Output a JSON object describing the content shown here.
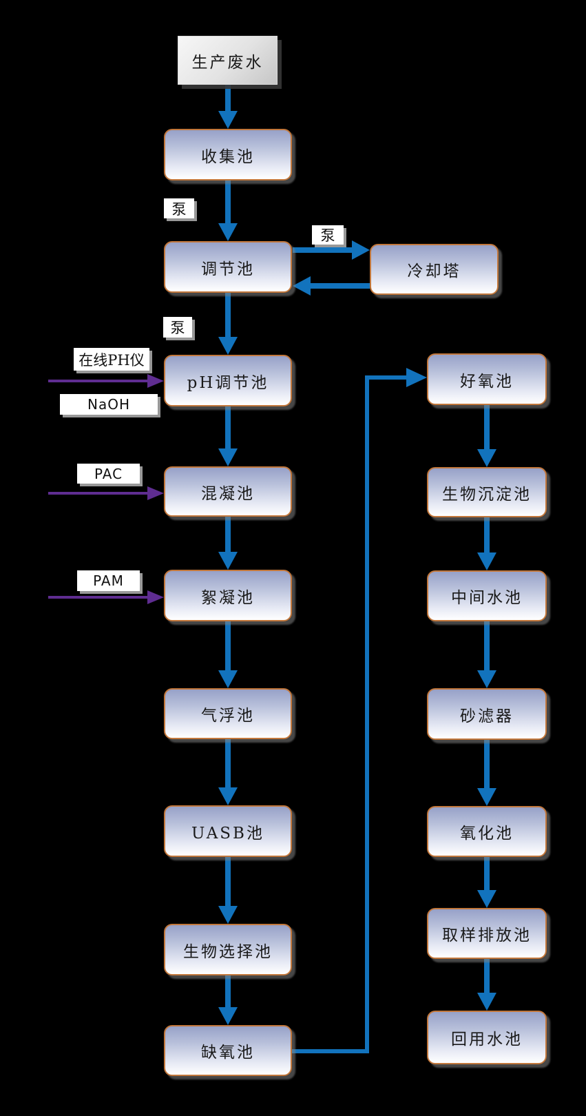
{
  "flow": {
    "background_color": "#000000",
    "colors": {
      "arrow_blue": "#1273BD",
      "chemical_purple": "#5F2D91",
      "node_border": "#C2773B",
      "node_gradient_top": "#99A2C8",
      "node_gradient_bottom": "#FFFFFF",
      "source_gray": "#D9D9D9",
      "label_background": "#FFFFFF",
      "text": "#1A1A1A"
    },
    "source_node": {
      "label": "生产废水"
    },
    "left_nodes": [
      {
        "label": "收集池"
      },
      {
        "label": "调节池"
      },
      {
        "label": "pH调节池"
      },
      {
        "label": "混凝池"
      },
      {
        "label": "絮凝池"
      },
      {
        "label": "气浮池"
      },
      {
        "label": "UASB池"
      },
      {
        "label": "生物选择池"
      },
      {
        "label": "缺氧池"
      }
    ],
    "right_nodes": [
      {
        "label": "好氧池"
      },
      {
        "label": "生物沉淀池"
      },
      {
        "label": "中间水池"
      },
      {
        "label": "砂滤器"
      },
      {
        "label": "氧化池"
      },
      {
        "label": "取样排放池"
      },
      {
        "label": "回用水池"
      }
    ],
    "cooling_node": {
      "label": "冷却塔"
    },
    "pump_labels": [
      {
        "label": "泵"
      },
      {
        "label": "泵"
      },
      {
        "label": "泵"
      }
    ],
    "chemical_labels": [
      {
        "label": "在线PH仪"
      },
      {
        "label": "NaOH"
      },
      {
        "label": "PAC"
      },
      {
        "label": "PAM"
      }
    ],
    "edges": [
      {
        "from": "生产废水",
        "to": "收集池"
      },
      {
        "from": "收集池",
        "to": "调节池",
        "via": "泵"
      },
      {
        "from": "调节池",
        "to": "冷却塔",
        "via": "泵"
      },
      {
        "from": "冷却塔",
        "to": "调节池"
      },
      {
        "from": "调节池",
        "to": "pH调节池",
        "via": "泵"
      },
      {
        "from": "在线PH仪/NaOH",
        "to": "pH调节池"
      },
      {
        "from": "pH调节池",
        "to": "混凝池"
      },
      {
        "from": "PAC",
        "to": "混凝池"
      },
      {
        "from": "混凝池",
        "to": "絮凝池"
      },
      {
        "from": "PAM",
        "to": "絮凝池"
      },
      {
        "from": "絮凝池",
        "to": "气浮池"
      },
      {
        "from": "气浮池",
        "to": "UASB池"
      },
      {
        "from": "UASB池",
        "to": "生物选择池"
      },
      {
        "from": "生物选择池",
        "to": "缺氧池"
      },
      {
        "from": "缺氧池",
        "to": "好氧池"
      },
      {
        "from": "好氧池",
        "to": "生物沉淀池"
      },
      {
        "from": "生物沉淀池",
        "to": "中间水池"
      },
      {
        "from": "中间水池",
        "to": "砂滤器"
      },
      {
        "from": "砂滤器",
        "to": "氧化池"
      },
      {
        "from": "氧化池",
        "to": "取样排放池"
      },
      {
        "from": "取样排放池",
        "to": "回用水池"
      }
    ]
  }
}
